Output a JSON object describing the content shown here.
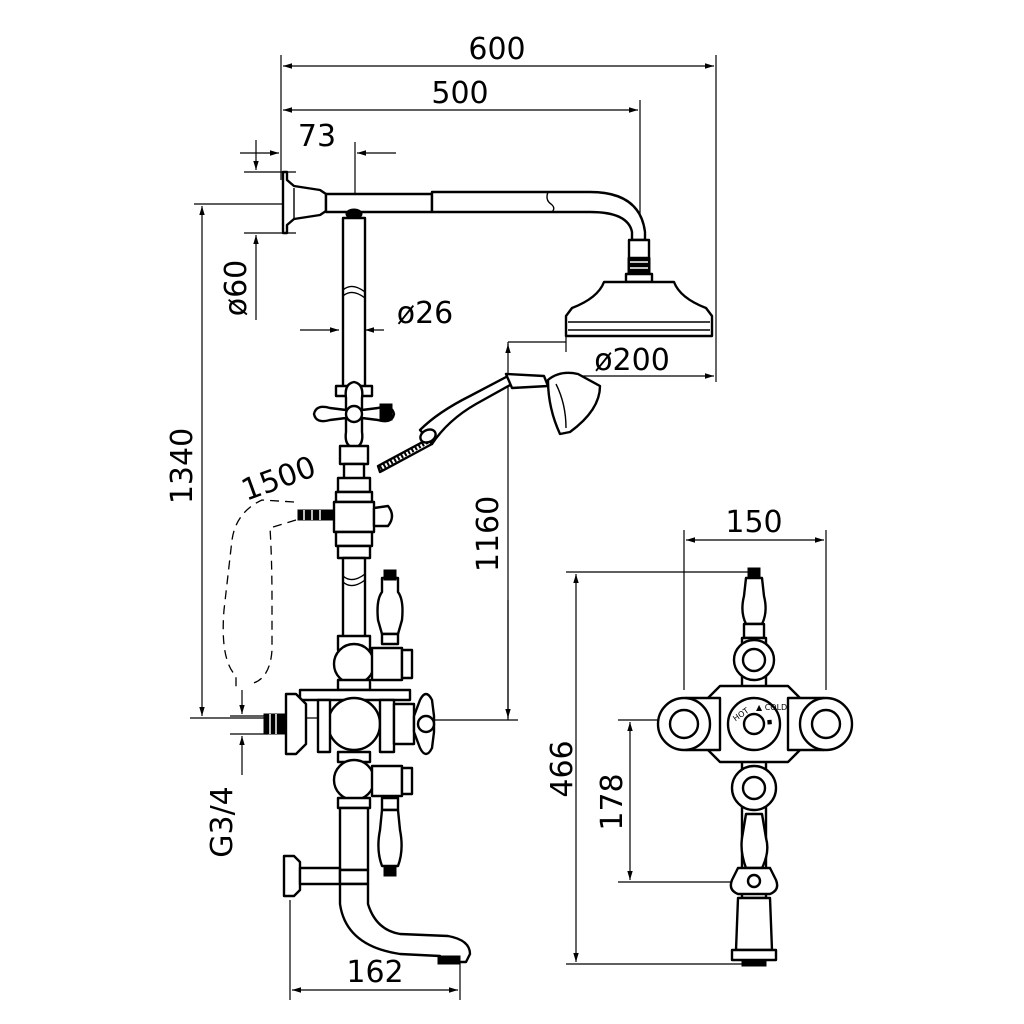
{
  "dimensions": {
    "width_600": "600",
    "width_500": "500",
    "offset_73": "73",
    "dia_60": "ø60",
    "dia_26": "ø26",
    "dia_200": "ø200",
    "height_1340": "1340",
    "hose_1500": "1500",
    "height_1160": "1160",
    "width_150": "150",
    "height_466": "466",
    "height_178": "178",
    "thread_g34": "G3/4",
    "spout_162": "162"
  }
}
